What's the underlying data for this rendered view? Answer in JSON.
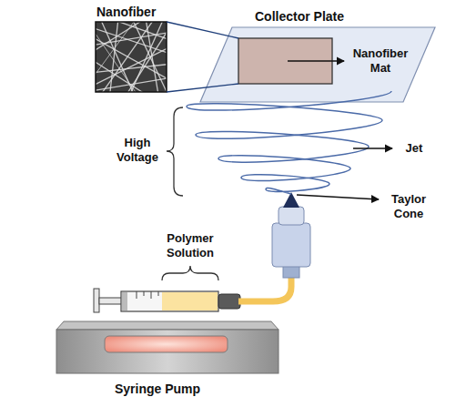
{
  "diagram": {
    "nodes": [
      {
        "text": [
          "Nanofiber"
        ]
      },
      {
        "text": [
          "Collector Plate"
        ]
      },
      {
        "text": [
          "Syringe Pump"
        ]
      }
    ],
    "labels": [
      "Nanofiber Mat",
      "High Voltage",
      "Jet",
      "Taylor Cone",
      "Polymer Solution"
    ]
  }
}
